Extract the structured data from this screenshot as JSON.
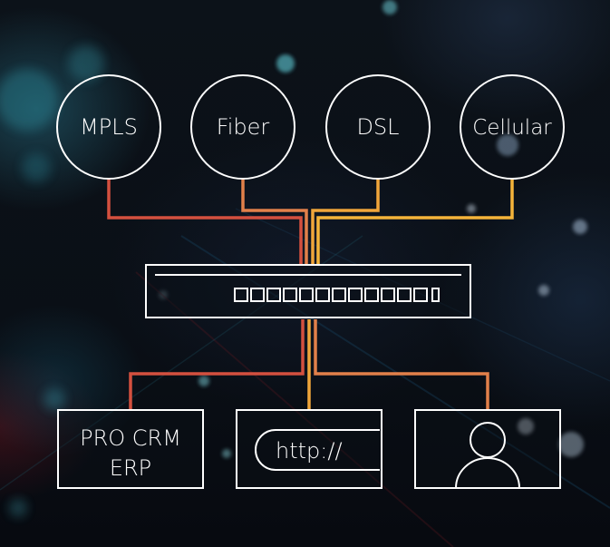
{
  "connections": [
    {
      "label": "MPLS",
      "color": "#d4503f"
    },
    {
      "label": "Fiber",
      "color": "#e2804a"
    },
    {
      "label": "DSL",
      "color": "#f0a53a"
    },
    {
      "label": "Cellular",
      "color": "#f5b43a"
    }
  ],
  "device": {
    "port_count": 12,
    "line_color": "#ffffff"
  },
  "endpoints": {
    "crm": {
      "line1": "PRO CRM",
      "line2": "ERP",
      "color": "#d4503f"
    },
    "web": {
      "text": "http://",
      "color": "#f0a53a"
    },
    "user": {
      "icon": "user-icon",
      "color": "#e2804a"
    }
  }
}
